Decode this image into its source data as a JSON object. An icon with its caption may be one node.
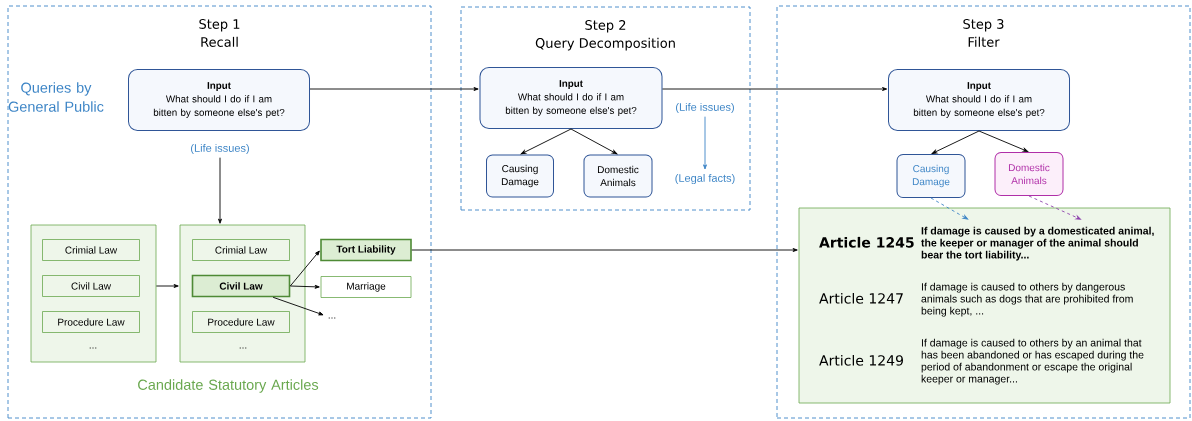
{
  "diagram": {
    "nodes": [
      {
        "text": [
          "Step 1",
          "Recall"
        ]
      },
      {
        "text": [
          "Step 2",
          "Query Decomposition"
        ]
      },
      {
        "text": [
          "Step 3",
          "Filter"
        ]
      },
      {
        "text": [
          "Input",
          "What should I do if I am bitten by someone else's pet?"
        ],
        "beside": [
          "Queries by General Public"
        ],
        "in": 0
      },
      {
        "text": [
          "(Life issues)"
        ],
        "in": 0
      },
      {
        "text": [],
        "shape": "box",
        "in": 0
      },
      {
        "text": [
          "Crimial Law"
        ],
        "in": 5
      },
      {
        "text": [
          "Civil Law"
        ],
        "in": 5
      },
      {
        "text": [
          "Procedure Law"
        ],
        "in": 5
      },
      {
        "text": [
          "..."
        ],
        "in": 5
      },
      {
        "text": [],
        "shape": "box",
        "in": 0
      },
      {
        "text": [
          "Crimial Law"
        ],
        "in": 10
      },
      {
        "text": [
          "Civil Law"
        ],
        "in": 10
      },
      {
        "text": [
          "Procedure Law"
        ],
        "in": 10
      },
      {
        "text": [
          "..."
        ],
        "in": 10
      },
      {
        "text": [
          "Tort Liability"
        ],
        "in": 0
      },
      {
        "text": [
          "Marriage"
        ],
        "in": 0
      },
      {
        "text": [
          "..."
        ],
        "in": 0
      },
      {
        "text": [
          "Input",
          "What should I do if I am bitten by someone else's pet?"
        ],
        "in": 1
      },
      {
        "text": [
          "Causing Damage"
        ],
        "in": 1
      },
      {
        "text": [
          "Domestic Animals"
        ],
        "in": 1
      },
      {
        "text": [
          "(Life issues)"
        ],
        "in": 1
      },
      {
        "text": [
          "(Legal facts)"
        ],
        "in": 1
      },
      {
        "text": [
          "Input",
          "What should I do if I am bitten by someone else's pet?"
        ],
        "in": 2
      },
      {
        "text": [
          "Causing Damage"
        ],
        "in": 2
      },
      {
        "text": [
          "Domestic Animals"
        ],
        "in": 2
      },
      {
        "text": [],
        "shape": "box",
        "in": 2
      },
      {
        "text": [
          "Article 1245",
          "If damage is caused by a domesticated animal, the keeper or manager of the animal should bear the tort liability..."
        ],
        "in": 26
      },
      {
        "text": [
          "Article 1247",
          "If damage is caused to others by dangerous animals such as dogs that are prohibited from being kept, ..."
        ],
        "in": 26
      },
      {
        "text": [
          "Article 1249",
          "If damage is caused to others by an animal that has been abandoned or has escaped during the period of abandonment or escape the original keeper or manager..."
        ],
        "in": 26
      }
    ],
    "edges": [
      {
        "from": 3,
        "to": 18,
        "arrow": "to"
      },
      {
        "from": 18,
        "to": 23,
        "arrow": "to"
      },
      {
        "from": 4,
        "to": 10,
        "arrow": "to"
      },
      {
        "from": 5,
        "to": 10,
        "arrow": "to"
      },
      {
        "from": 12,
        "to": 15,
        "arrow": "to"
      },
      {
        "from": 12,
        "to": 16,
        "arrow": "to"
      },
      {
        "from": 12,
        "to": 17,
        "arrow": "to"
      },
      {
        "from": 15,
        "to": 26,
        "arrow": "to"
      },
      {
        "from": 18,
        "to": 19,
        "arrow": "to"
      },
      {
        "from": 18,
        "to": 20,
        "arrow": "to"
      },
      {
        "from": 21,
        "to": 22,
        "arrow": "to",
        "color": "#3d85c6"
      },
      {
        "from": 23,
        "to": 24,
        "arrow": "to"
      },
      {
        "from": 23,
        "to": 25,
        "arrow": "to"
      },
      {
        "from": 24,
        "to": 27,
        "arrow": "to",
        "style": "dashed",
        "color": "#3d85c6"
      },
      {
        "from": 25,
        "to": 27,
        "arrow": "to",
        "style": "dashed",
        "color": "#8e44ad"
      }
    ],
    "labels": [
      "Candidate Statutory Articles"
    ]
  }
}
